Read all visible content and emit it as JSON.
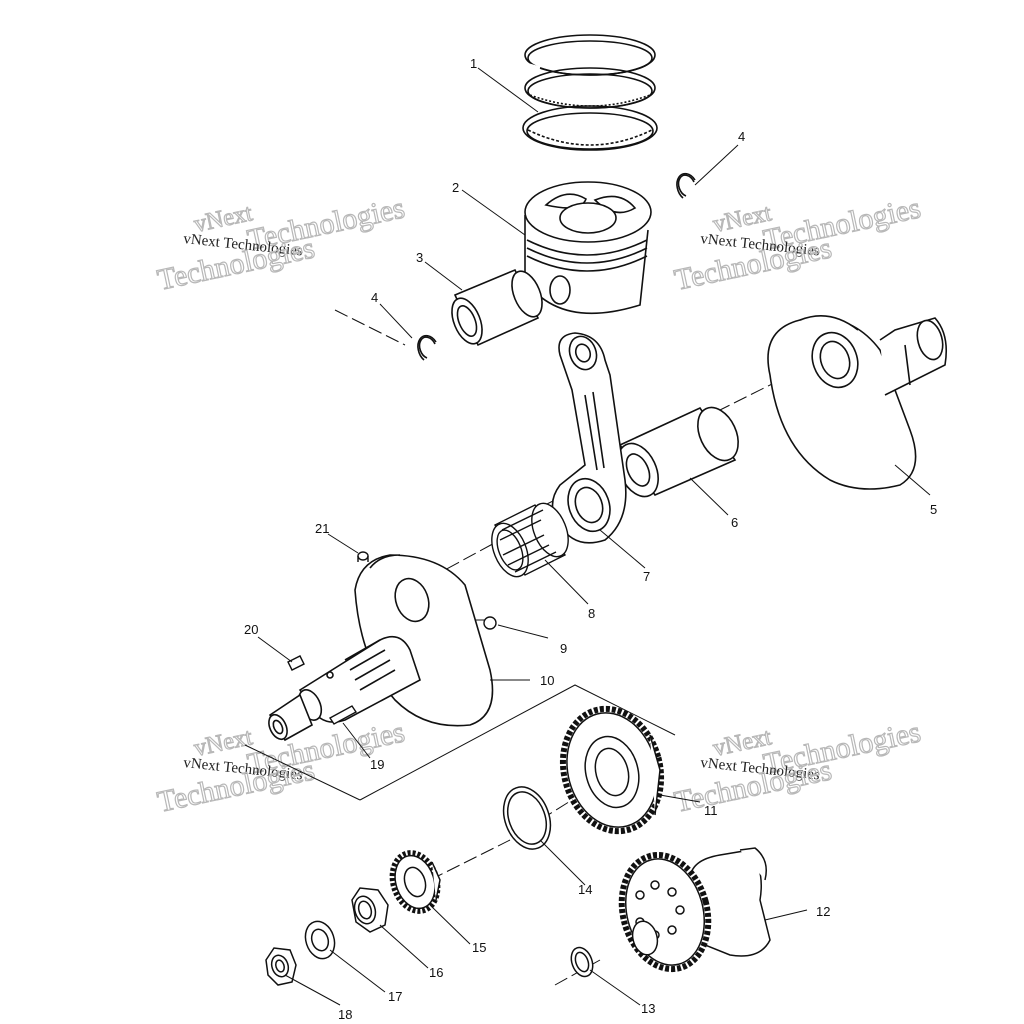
{
  "callouts": [
    {
      "id": "1",
      "label": "1"
    },
    {
      "id": "2",
      "label": "2"
    },
    {
      "id": "3",
      "label": "3"
    },
    {
      "id": "4a",
      "label": "4"
    },
    {
      "id": "4b",
      "label": "4"
    },
    {
      "id": "5",
      "label": "5"
    },
    {
      "id": "6",
      "label": "6"
    },
    {
      "id": "7",
      "label": "7"
    },
    {
      "id": "8",
      "label": "8"
    },
    {
      "id": "9",
      "label": "9"
    },
    {
      "id": "10",
      "label": "10"
    },
    {
      "id": "11",
      "label": "11"
    },
    {
      "id": "12",
      "label": "12"
    },
    {
      "id": "13",
      "label": "13"
    },
    {
      "id": "14",
      "label": "14"
    },
    {
      "id": "15",
      "label": "15"
    },
    {
      "id": "16",
      "label": "16"
    },
    {
      "id": "17",
      "label": "17"
    },
    {
      "id": "18",
      "label": "18"
    },
    {
      "id": "19",
      "label": "19"
    },
    {
      "id": "20",
      "label": "20"
    },
    {
      "id": "21",
      "label": "21"
    }
  ],
  "watermark": {
    "brand": "vNext",
    "company": "vNext Technologies",
    "word": "Technologies"
  },
  "colors": {
    "ink": "#111111",
    "watermark": "#b8b8b8"
  }
}
